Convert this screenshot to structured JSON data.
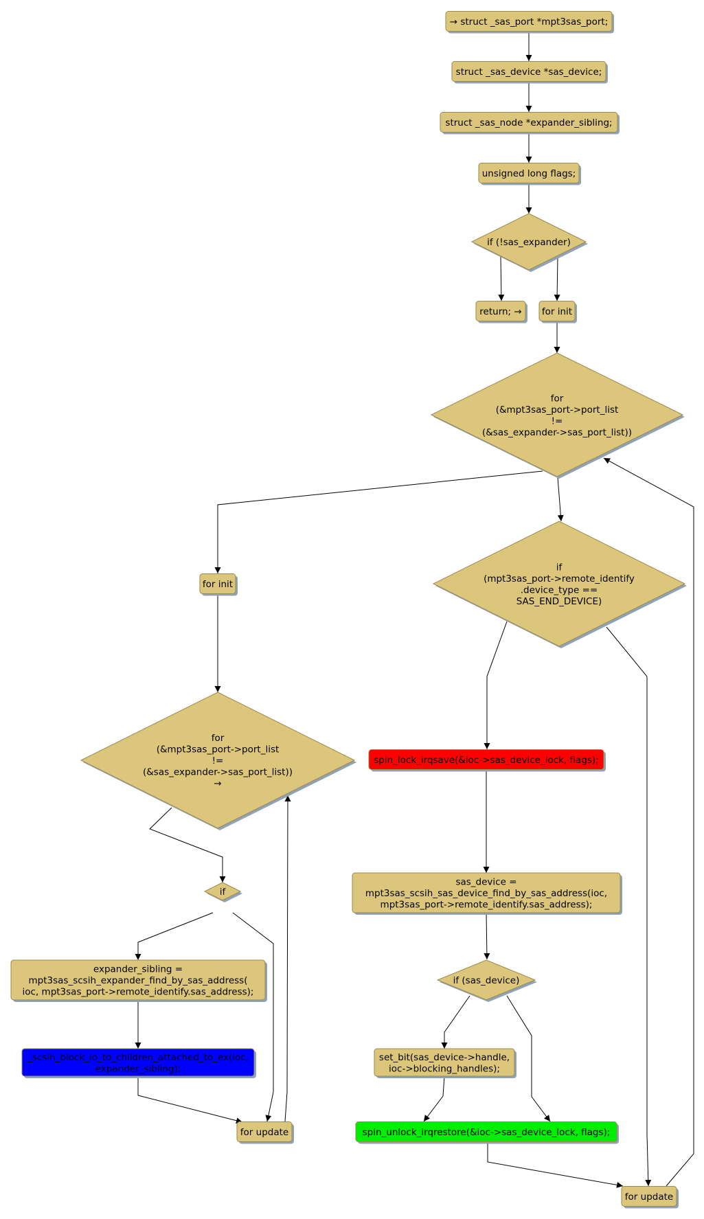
{
  "colors": {
    "node_fill": "#dcc67b",
    "node_border": "#998a4f",
    "shadow": "#8fa2b8",
    "highlight_red": "#ff0000",
    "highlight_blue": "#0000ff",
    "highlight_green": "#00ee00",
    "edge": "#000000"
  },
  "nodes": {
    "decl_port": {
      "lines": [
        "→ struct _sas_port *mpt3sas_port;"
      ]
    },
    "decl_device": {
      "lines": [
        "struct _sas_device *sas_device;"
      ]
    },
    "decl_sibling": {
      "lines": [
        "struct _sas_node *expander_sibling;"
      ]
    },
    "decl_flags": {
      "lines": [
        "unsigned long flags;"
      ]
    },
    "if_expander": {
      "lines": [
        "if (!sas_expander)"
      ]
    },
    "return_node": {
      "lines": [
        "return; →"
      ]
    },
    "outer_for_init": {
      "lines": [
        "for init"
      ]
    },
    "outer_for": {
      "lines": [
        "for",
        "(&mpt3sas_port->port_list",
        "!=",
        "(&sas_expander->sas_port_list))"
      ]
    },
    "if_end_device": {
      "lines": [
        "if",
        "(mpt3sas_port->remote_identify",
        ".device_type ==",
        "SAS_END_DEVICE)"
      ]
    },
    "inner_for_init": {
      "lines": [
        "for init"
      ]
    },
    "inner_for": {
      "lines": [
        "for",
        "(&mpt3sas_port->port_list",
        "!=",
        "(&sas_expander->sas_port_list))",
        "→"
      ]
    },
    "spin_lock": {
      "lines": [
        "spin_lock_irqsave(&ioc->sas_device_lock, flags);"
      ]
    },
    "sas_device_assign": {
      "lines": [
        "sas_device =",
        "mpt3sas_scsih_sas_device_find_by_sas_address(ioc,",
        "mpt3sas_port->remote_identify.sas_address);"
      ]
    },
    "inner_if": {
      "lines": [
        "if"
      ]
    },
    "if_sas_device": {
      "lines": [
        "if (sas_device)"
      ]
    },
    "expander_sibling_assign": {
      "lines": [
        "expander_sibling =",
        "mpt3sas_scsih_expander_find_by_sas_address(",
        "ioc, mpt3sas_port->remote_identify.sas_address);"
      ]
    },
    "set_bit": {
      "lines": [
        "set_bit(sas_device->handle,",
        "ioc->blocking_handles);"
      ]
    },
    "block_io": {
      "lines": [
        "_scsih_block_io_to_children_attached_to_ex(ioc,",
        "expander_sibling);"
      ]
    },
    "spin_unlock": {
      "lines": [
        "spin_unlock_irqrestore(&ioc->sas_device_lock, flags);"
      ]
    },
    "inner_for_update": {
      "lines": [
        "for update"
      ]
    },
    "outer_for_update": {
      "lines": [
        "for update"
      ]
    }
  }
}
